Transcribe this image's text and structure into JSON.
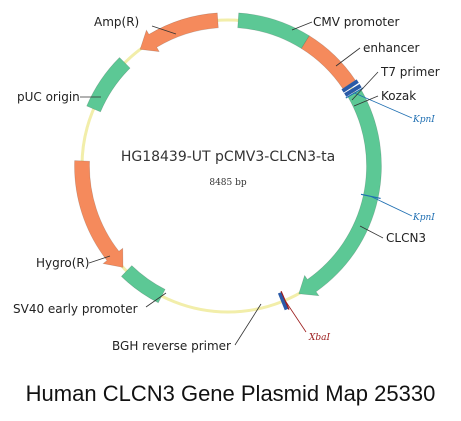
{
  "plasmid": {
    "name": "HG18439-UT pCMV3-CLCN3-ta",
    "size_label": "8485 bp"
  },
  "caption": "Human CLCN3 Gene Plasmid Map 25330",
  "colors": {
    "backbone": "#f2eeaa",
    "orange": "#f58a5c",
    "green": "#5cc895",
    "marker": "#2a5aa8",
    "site_blue": "#1f6fb2",
    "site_red": "#9b1b1b"
  },
  "features": [
    {
      "id": "cmv-promoter",
      "label": "CMV promoter",
      "start": 4,
      "end": 32,
      "color": "#5cc895",
      "arrow": false
    },
    {
      "id": "enhancer",
      "label": "enhancer",
      "start": 32,
      "end": 56,
      "color": "#f58a5c",
      "arrow": false
    },
    {
      "id": "clcn3",
      "label": "CLCN3",
      "start": 60,
      "end": 151,
      "color": "#5cc895",
      "arrow": "cw"
    },
    {
      "id": "sv40-early-promoter",
      "label": "SV40 early promoter",
      "start": 207,
      "end": 224,
      "color": "#5cc895",
      "arrow": false
    },
    {
      "id": "hygro-r",
      "label": "Hygro(R)",
      "start": 226,
      "end": 272,
      "color": "#f58a5c",
      "arrow": "ccw"
    },
    {
      "id": "puc-origin",
      "label": "pUC origin",
      "start": 293,
      "end": 315,
      "color": "#5cc895",
      "arrow": false
    },
    {
      "id": "amp-r",
      "label": "Amp(R)",
      "start": 323,
      "end": 356,
      "color": "#f58a5c",
      "arrow": "ccw"
    }
  ],
  "markers": [
    {
      "id": "t7-primer",
      "label": "T7 primer",
      "angle": 58
    },
    {
      "id": "kozak",
      "label": "Kozak",
      "angle": 60
    },
    {
      "id": "bgh-reverse-primer",
      "label": "BGH reverse primer",
      "angle": 159
    }
  ],
  "sites": [
    {
      "id": "kpni-1",
      "label": "KpnI",
      "angle": 60,
      "color": "#1f6fb2"
    },
    {
      "id": "kpni-2",
      "label": "KpnI",
      "angle": 102,
      "color": "#1f6fb2"
    },
    {
      "id": "xbai",
      "label": "XbaI",
      "angle": 157,
      "color": "#9b1b1b"
    }
  ]
}
